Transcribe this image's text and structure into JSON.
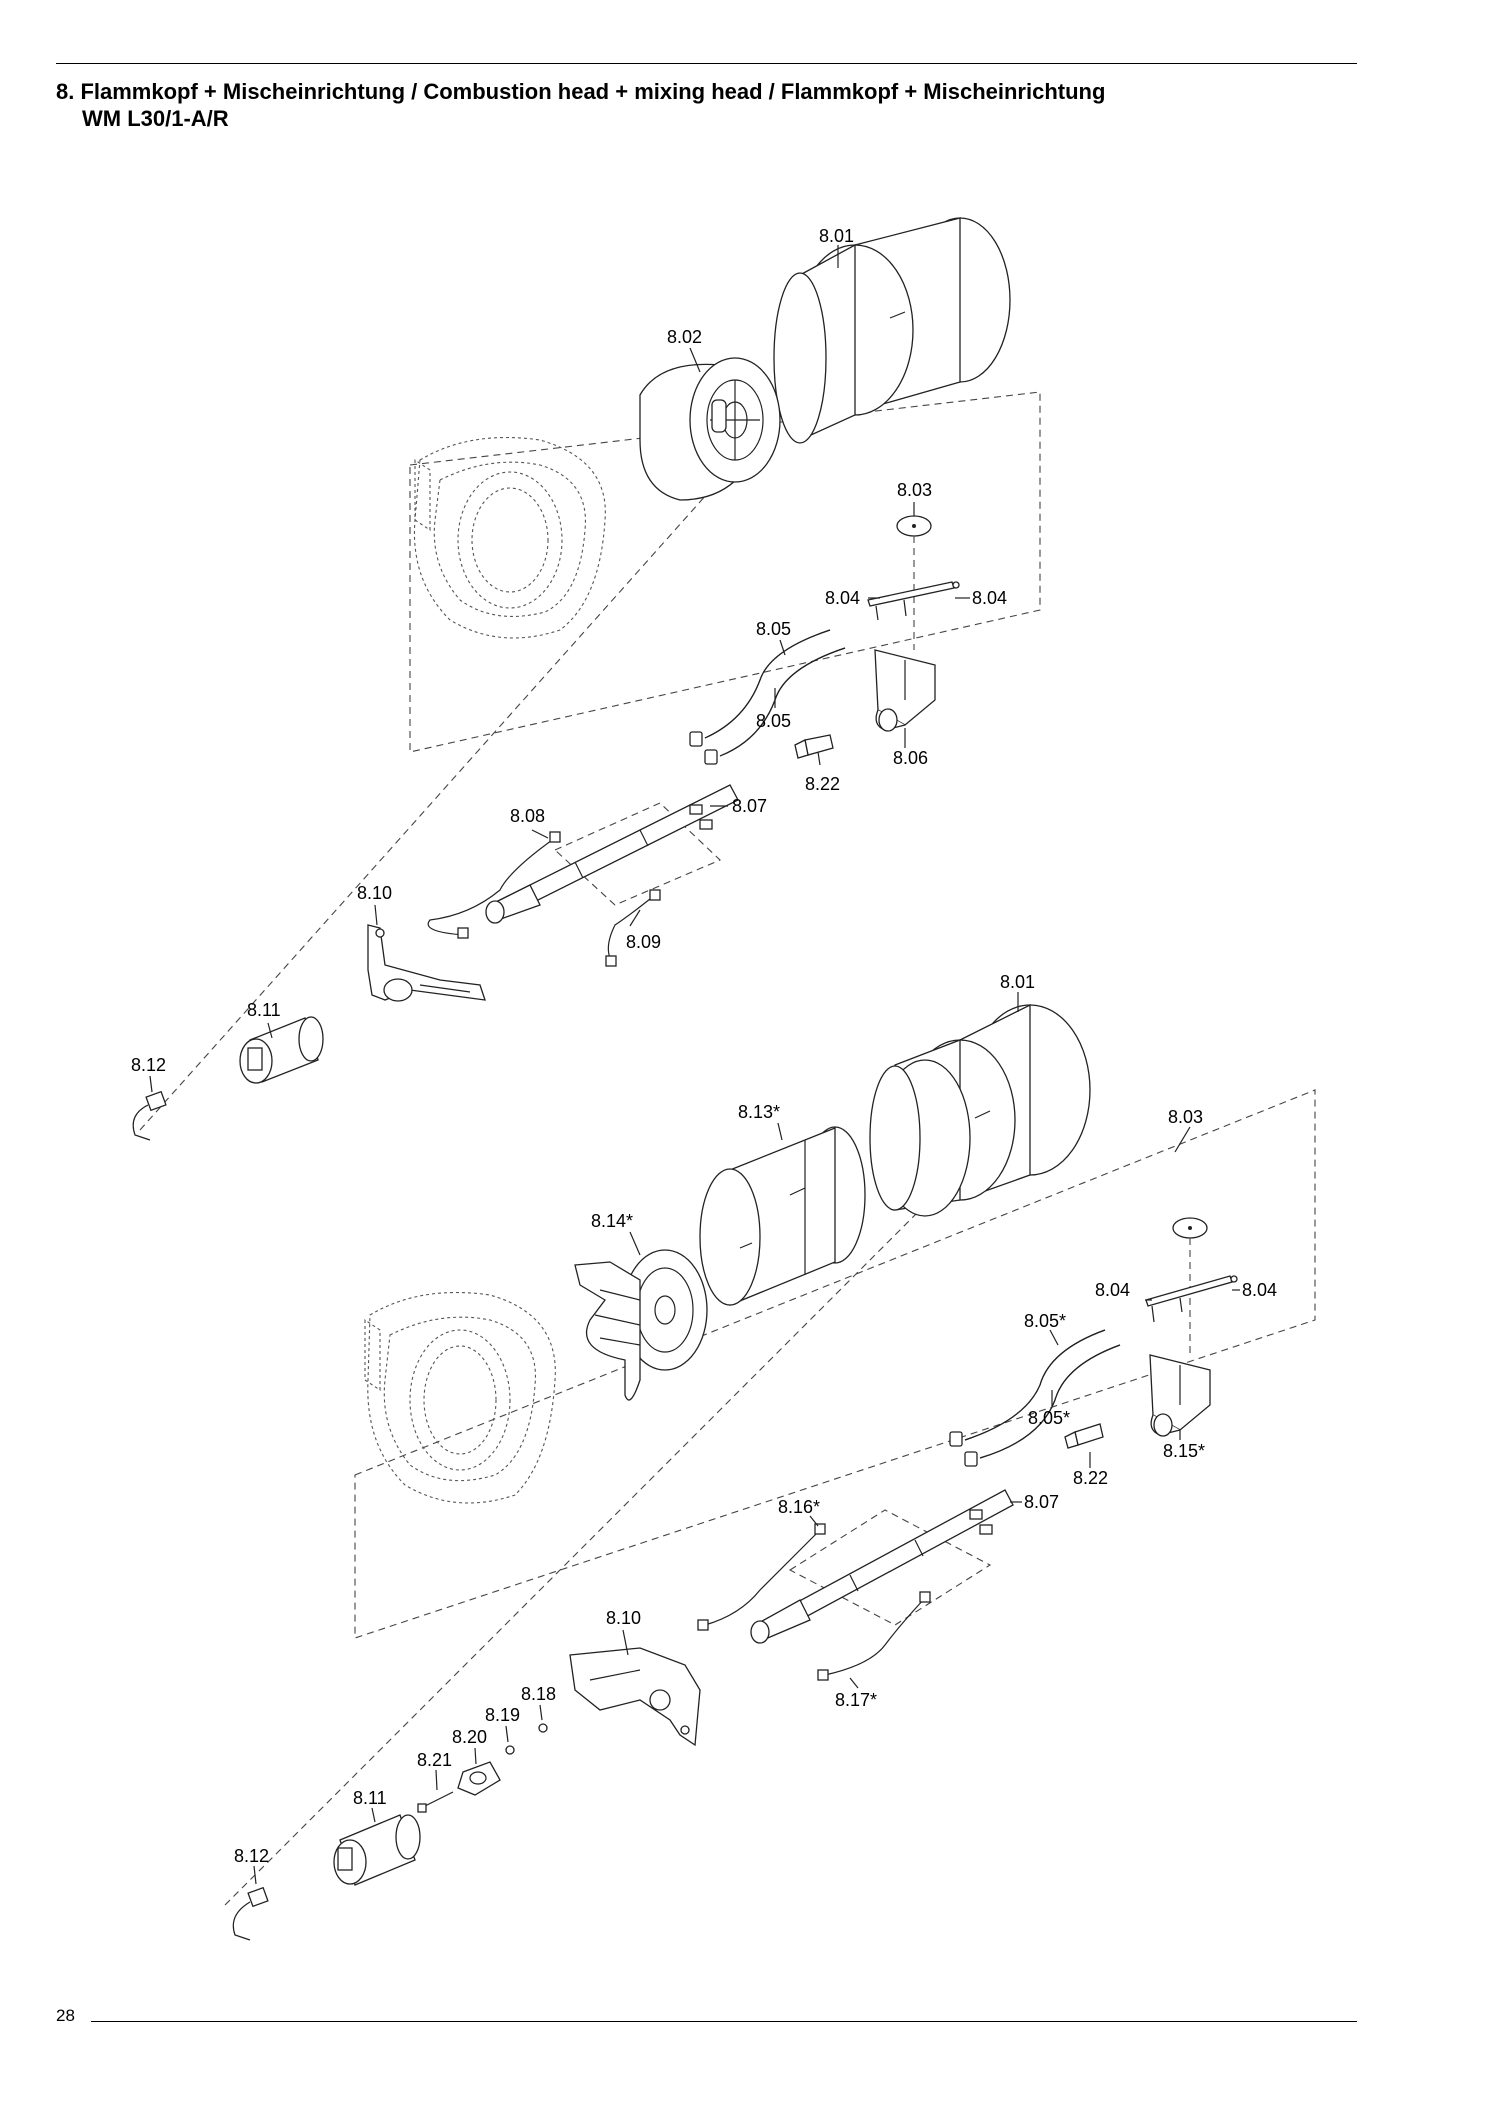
{
  "header": {
    "title_line1": "8. Flammkopf + Mischeinrichtung / Combustion head + mixing head / Flammkopf + Mischeinrichtung",
    "title_line2": "WM L30/1-A/R"
  },
  "footer": {
    "page_number": "28"
  },
  "callouts": {
    "upper": {
      "p801": "8.01",
      "p802": "8.02",
      "p803": "8.03",
      "p804a": "8.04",
      "p804b": "8.04",
      "p805a": "8.05",
      "p805b": "8.05",
      "p806": "8.06",
      "p822": "8.22",
      "p807": "8.07",
      "p808": "8.08",
      "p809": "8.09",
      "p810": "8.10",
      "p811": "8.11",
      "p812": "8.12"
    },
    "lower": {
      "p801": "8.01",
      "p813": "8.13*",
      "p803": "8.03",
      "p814": "8.14*",
      "p804a": "8.04",
      "p804b": "8.04",
      "p805a": "8.05*",
      "p805b": "8.05*",
      "p815": "8.15*",
      "p822": "8.22",
      "p816": "8.16*",
      "p807": "8.07",
      "p810": "8.10",
      "p817": "8.17*",
      "p818": "8.18",
      "p819": "8.19",
      "p820": "8.20",
      "p821": "8.21",
      "p811": "8.11",
      "p812": "8.12"
    }
  }
}
